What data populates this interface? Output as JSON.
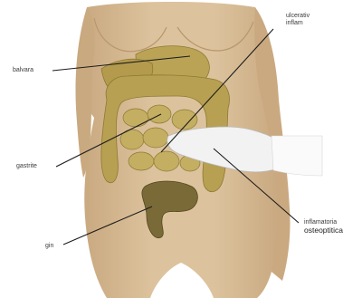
{
  "labels": {
    "top_right_line1": "ulcerativ",
    "top_right_line2": "inflam",
    "left_upper": "balvara",
    "left_middle": "gastrite",
    "left_lower": "gin",
    "right_lower_line1": "inflamatoria",
    "right_lower_line2": "osteoptitica"
  },
  "colors": {
    "skin": "#d7bd96",
    "skin_shade": "#c3a37a",
    "organ": "#b7a052",
    "organ_dark": "#8d7a33",
    "colon_dark": "#6f6033",
    "leader_line": "#1c1c1c",
    "glove": "#f2f2f2"
  }
}
